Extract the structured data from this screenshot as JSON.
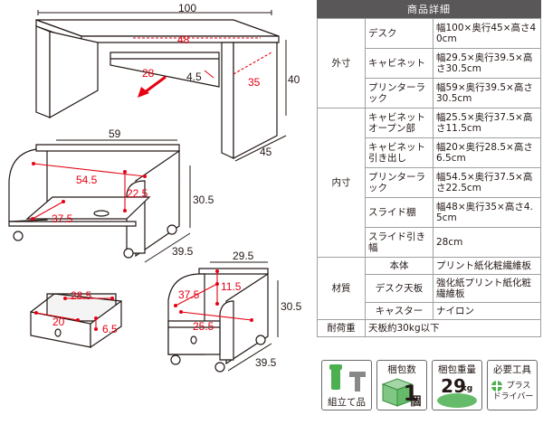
{
  "drawing": {
    "desk": {
      "width": "100",
      "depth": "45",
      "height": "40",
      "slide_width": "48",
      "slide_depth": "35",
      "drawer_depth": "28",
      "drawer_height": "4.5"
    },
    "rack": {
      "width": "59",
      "depth": "39.5",
      "height": "30.5",
      "inner_width": "54.5",
      "inner_depth": "37.5",
      "inner_height": "22.5"
    },
    "drawer": {
      "width": "28.5",
      "depth": "20",
      "height": "6.5"
    },
    "cabinet": {
      "width": "29.5",
      "depth": "39.5",
      "height": "30.5",
      "inner_depth": "37.5",
      "inner_height": "11.5",
      "inner_width": "25.5"
    }
  },
  "spec": {
    "title": "商品詳細",
    "outer": {
      "group": "外寸",
      "rows": [
        {
          "item": "デスク",
          "value": "幅100×奥行45×高さ40cm"
        },
        {
          "item": "キャビネット",
          "value": "幅29.5×奥行39.5×高さ30.5cm"
        },
        {
          "item": "プリンターラック",
          "value": "幅59×奥行39.5×高さ30.5cm"
        }
      ]
    },
    "inner": {
      "group": "内寸",
      "rows": [
        {
          "item": "キャビネットオープン部",
          "value": "幅25.5×奥行37.5×高さ11.5cm"
        },
        {
          "item": "キャビネット引き出し",
          "value": "幅20×奥行28.5×高さ6.5cm"
        },
        {
          "item": "プリンターラック",
          "value": "幅54.5×奥行37.5×高さ22.5cm"
        },
        {
          "item": "スライド棚",
          "value": "幅48×奥行35×高さ4.5cm"
        },
        {
          "item": "スライド引き幅",
          "value": "28cm"
        }
      ]
    },
    "material": {
      "group": "材質",
      "rows": [
        {
          "item": "本体",
          "value": "プリント紙化粧繊維板"
        },
        {
          "item": "デスク天板",
          "value": "強化紙プリント紙化粧繊維板"
        },
        {
          "item": "キャスター",
          "value": "ナイロン"
        }
      ]
    },
    "load": {
      "label": "耐荷重",
      "value": "天板約30kg以下"
    }
  },
  "badges": {
    "assembly": "組立て品",
    "pkg_count_label": "梱包数",
    "pkg_count_value": "1",
    "pkg_count_unit": "個",
    "pkg_weight_label": "梱包重量",
    "pkg_weight_value": "29",
    "pkg_weight_unit": "kg",
    "tool_label": "必要工具",
    "tool_line1": "プラス",
    "tool_line2": "ドライバー"
  }
}
